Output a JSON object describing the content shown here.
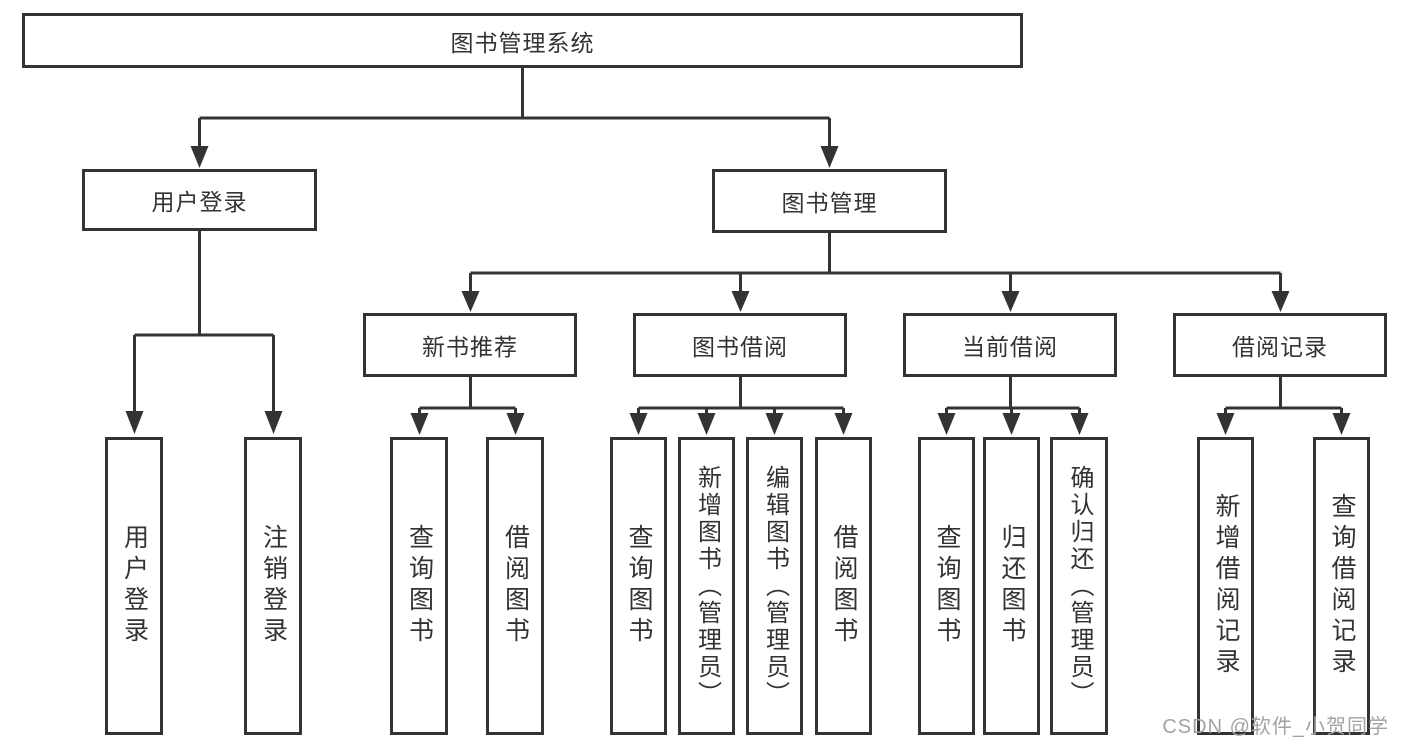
{
  "diagram": {
    "root": "图书管理系统",
    "level2": {
      "user_login": "用户登录",
      "book_management": "图书管理"
    },
    "level3": {
      "new_book_rec": "新书推荐",
      "book_borrowing": "图书借阅",
      "current_borrowing": "当前借阅",
      "borrowing_records": "借阅记录"
    },
    "leaves": {
      "user_login_children": [
        "用户登录",
        "注销登录"
      ],
      "new_book_rec_children": [
        "查询图书",
        "借阅图书"
      ],
      "book_borrowing_children": [
        "查询图书",
        "新增图书（管理员）",
        "编辑图书（管理员）",
        "借阅图书"
      ],
      "current_borrowing_children": [
        "查询图书",
        "归还图书",
        "确认归还（管理员）"
      ],
      "borrowing_records_children": [
        "新增借阅记录",
        "查询借阅记录"
      ]
    },
    "watermark": "CSDN @软件_小贺同学",
    "colors": {
      "line": "#333333",
      "text": "#333333",
      "watermark": "#a3a3a3",
      "background": "#ffffff"
    }
  }
}
